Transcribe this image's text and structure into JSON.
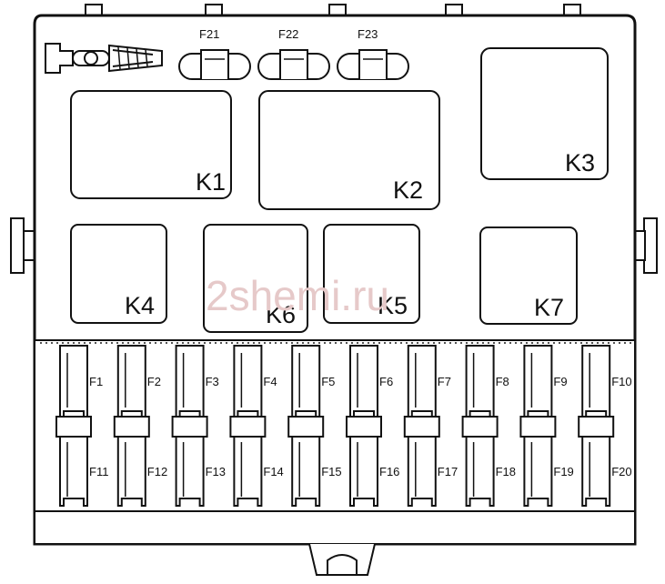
{
  "relays": [
    {
      "id": "K1",
      "label": "K1"
    },
    {
      "id": "K2",
      "label": "K2"
    },
    {
      "id": "K3",
      "label": "K3"
    },
    {
      "id": "K4",
      "label": "K4"
    },
    {
      "id": "K6",
      "label": "K6"
    },
    {
      "id": "K5",
      "label": "K5"
    },
    {
      "id": "K7",
      "label": "K7"
    }
  ],
  "mini_fuses": [
    {
      "label": "F21"
    },
    {
      "label": "F22"
    },
    {
      "label": "F23"
    }
  ],
  "fuses_top_row": [
    "F1",
    "F2",
    "F3",
    "F4",
    "F5",
    "F6",
    "F7",
    "F8",
    "F9",
    "F10"
  ],
  "fuses_bottom_row": [
    "F11",
    "F12",
    "F13",
    "F14",
    "F15",
    "F16",
    "F17",
    "F18",
    "F19",
    "F20"
  ],
  "watermark": "2shemi.ru",
  "icons": {
    "fuse_puller": "fuse-puller-icon"
  },
  "colors": {
    "line": "#111111",
    "watermark": "#e6c9c9",
    "background": "#ffffff"
  }
}
